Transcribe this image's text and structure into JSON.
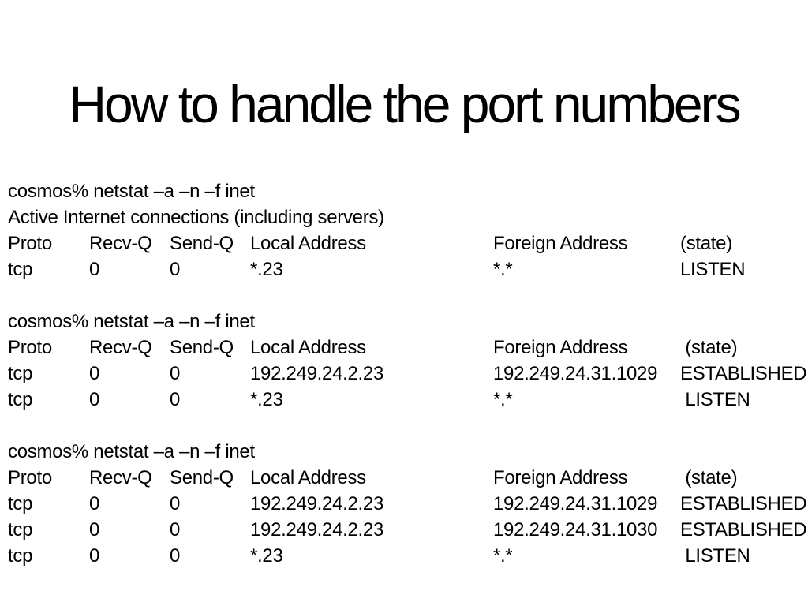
{
  "slide": {
    "title": "How to handle the port numbers",
    "background_color": "#ffffff",
    "text_color": "#000000"
  },
  "terminal_blocks": [
    {
      "command": "cosmos% netstat –a –n –f inet",
      "info": "Active Internet connections (including servers)",
      "headers": {
        "proto": "Proto",
        "recv_q": "Recv-Q",
        "send_q": "Send-Q",
        "local": "Local Address",
        "foreign": "Foreign Address",
        "state": "(state)"
      },
      "rows": [
        {
          "proto": "tcp",
          "recv_q": "0",
          "send_q": "0",
          "local": "*.23",
          "foreign": "*.*",
          "state": "LISTEN"
        }
      ]
    },
    {
      "command": "cosmos% netstat –a –n –f inet",
      "headers": {
        "proto": "Proto",
        "recv_q": "Recv-Q",
        "send_q": "Send-Q",
        "local": "Local Address",
        "foreign": "Foreign Address",
        "state": " (state)"
      },
      "rows": [
        {
          "proto": "tcp",
          "recv_q": "0",
          "send_q": "0",
          "local": "192.249.24.2.23",
          "foreign": "192.249.24.31.1029",
          "state": "ESTABLISHED"
        },
        {
          "proto": "tcp",
          "recv_q": "0",
          "send_q": "0",
          "local": "*.23",
          "foreign": "*.*",
          "state": " LISTEN"
        }
      ]
    },
    {
      "command": "cosmos% netstat –a –n –f inet",
      "headers": {
        "proto": "Proto",
        "recv_q": "Recv-Q",
        "send_q": "Send-Q",
        "local": "Local Address",
        "foreign": "Foreign Address",
        "state": " (state)"
      },
      "rows": [
        {
          "proto": "tcp",
          "recv_q": "0",
          "send_q": "0",
          "local": "192.249.24.2.23",
          "foreign": "192.249.24.31.1029",
          "state": "ESTABLISHED"
        },
        {
          "proto": "tcp",
          "recv_q": "0",
          "send_q": "0",
          "local": "192.249.24.2.23",
          "foreign": "192.249.24.31.1030",
          "state": "ESTABLISHED"
        },
        {
          "proto": "tcp",
          "recv_q": "0",
          "send_q": "0",
          "local": "*.23",
          "foreign": "*.*",
          "state": " LISTEN"
        }
      ]
    }
  ]
}
